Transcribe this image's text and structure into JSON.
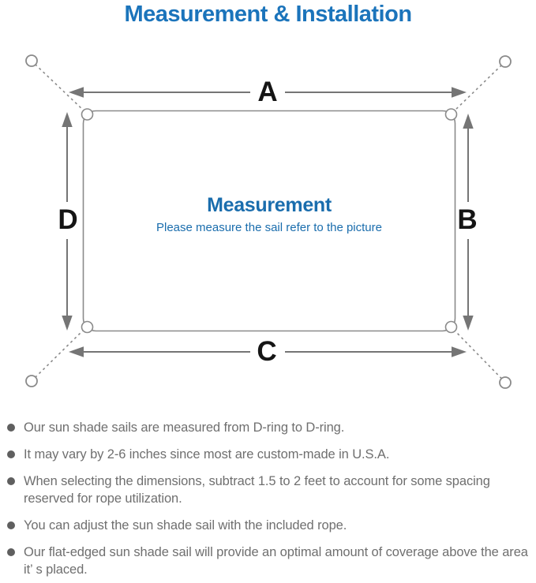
{
  "header": {
    "title": "Measurement & Installation"
  },
  "diagram": {
    "labels": {
      "top": "A",
      "right": "B",
      "bottom": "C",
      "left": "D"
    },
    "center": {
      "heading": "Measurement",
      "subheading": "Please measure the sail refer to the picture"
    }
  },
  "notes": {
    "items": [
      "Our sun shade sails are measured from D-ring to D-ring.",
      "It may vary by 2-6 inches since most are custom-made in U.S.A.",
      "When selecting the dimensions, subtract 1.5 to 2 feet to account for some spacing reserved for rope utilization.",
      "You can adjust the sun shade sail with the included rope.",
      "Our flat-edged sun shade sail will provide an optimal amount of coverage above the area it’ s placed."
    ]
  },
  "palette": {
    "title_blue": "#1b74bb",
    "center_text_blue": "#1a6dad",
    "sail_outline_gray": "#8a8a8a",
    "arrow_gray": "#757575",
    "dimension_label_black": "#151515",
    "note_text_gray": "#6f6f6f"
  }
}
